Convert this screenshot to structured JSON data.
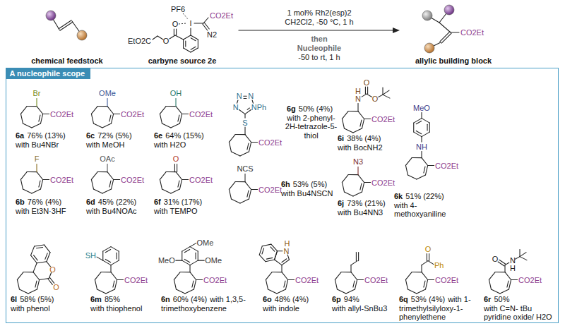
{
  "diagram": {
    "nodes": [
      {
        "text": [
          "A nucleophile scope"
        ]
      }
    ],
    "labels": [
      "chemical feedstock",
      "PF6",
      "I",
      "O",
      "EtO2C",
      "O",
      "CO2Et",
      "N2",
      "carbyne source 2e",
      "1 mol% Rh2(esp)2",
      "CH2Cl2, -50 °C, 1 h",
      "then",
      "Nucleophile",
      "-50 to rt, 1 h",
      "CO2Et",
      "allylic building block",
      "Br",
      "CO2Et",
      "6a",
      "76% (13%)",
      "with Bu4NBr",
      "OMe",
      "CO2Et",
      "6c",
      "72% (5%)",
      "with MeOH",
      "OH",
      "CO2Et",
      "6e",
      "64% (15%)",
      "with H2O",
      "N",
      "N",
      "N",
      "NPh",
      "S",
      "CO2Et",
      "6g",
      "50% (4%)",
      "with 2-phenyl-2H-tetrazole-5-thiol",
      "H",
      "N",
      "O",
      "O",
      "CO2Et",
      "6i",
      "38% (4%)",
      "with BocNH2",
      "MeO",
      "NH",
      "CO2Et",
      "6k",
      "51% (22%)",
      "with 4-methoxyaniline",
      "F",
      "CO2Et",
      "6b",
      "76% (4%)",
      "with Et3N·3HF",
      "OAc",
      "CO2Et",
      "6d",
      "45% (22%)",
      "with Bu4NOAc",
      "O",
      "CO2Et",
      "6f",
      "31% (17%)",
      "with TEMPO",
      "NCS",
      "CO2Et",
      "6h",
      "53% (5%)",
      "with Bu4NSCN",
      "N3",
      "CO2Et",
      "6j",
      "73% (21%)",
      "with Bu4NN3",
      "O",
      "O",
      "6l",
      "58% (5%)",
      "with phenol",
      "SH",
      "CO2Et",
      "6m",
      "85%",
      "with thiophenol",
      "MeO",
      "OMe",
      "OMe",
      "CO2Et",
      "6n",
      "60% (4%)",
      "with 1,3,5-trimethoxybenzene",
      "H",
      "N",
      "CO2Et",
      "6o",
      "48% (4%)",
      "with indole",
      "CO2Et",
      "6p",
      "94%",
      "with allyl-SnBu3",
      "O",
      "Ph",
      "CO2Et",
      "6q",
      "53% (4%)",
      "with 1-trimethylsilyloxy-1-phenylethene",
      "O",
      "N",
      "H",
      "CO2Et",
      "6r",
      "50%",
      "with C=N- tBu pyridine oxide/ H2O"
    ]
  }
}
